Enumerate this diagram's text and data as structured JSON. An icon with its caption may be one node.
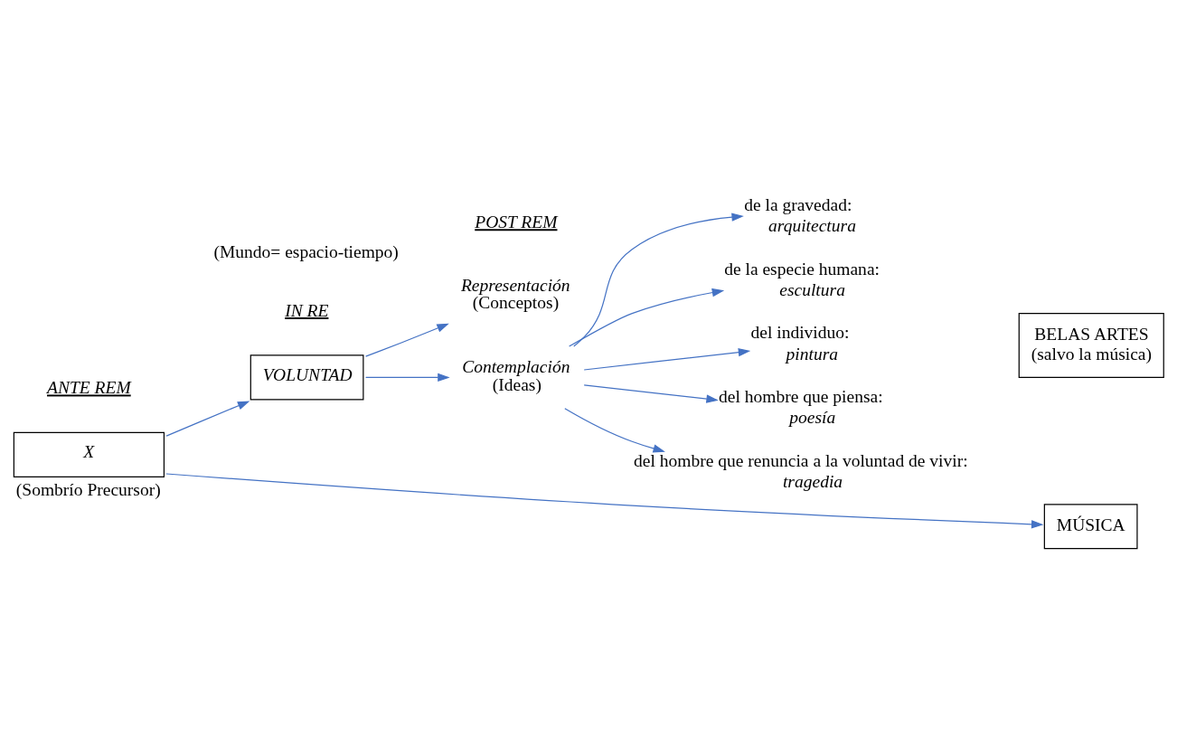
{
  "diagram": {
    "nodes": [
      {
        "text": [
          "X"
        ],
        "beside": [
          "(Sombrío Precursor)"
        ]
      },
      {
        "text": [
          "VOLUNTAD"
        ]
      },
      {
        "text": [
          "Representación",
          "(Conceptos)"
        ]
      },
      {
        "text": [
          "Contemplación",
          "(Ideas)"
        ]
      },
      {
        "text": [
          "de la gravedad:",
          "arquitectura"
        ]
      },
      {
        "text": [
          "de la especie humana:",
          "escultura"
        ]
      },
      {
        "text": [
          "del individuo:",
          "pintura"
        ]
      },
      {
        "text": [
          "del hombre que piensa:",
          "poesía"
        ]
      },
      {
        "text": [
          "del hombre que renuncia a la voluntad de vivir:",
          "tragedia"
        ]
      },
      {
        "text": [
          "BELAS ARTES",
          "(salvo la música)"
        ]
      },
      {
        "text": [
          "MÚSICA"
        ]
      }
    ],
    "edges": [
      {
        "from": 0,
        "to": 1,
        "arrow": "to"
      },
      {
        "from": 1,
        "to": 2,
        "arrow": "to"
      },
      {
        "from": 1,
        "to": 3,
        "arrow": "to"
      },
      {
        "from": 3,
        "to": 4,
        "arrow": "to"
      },
      {
        "from": 3,
        "to": 5,
        "arrow": "to"
      },
      {
        "from": 3,
        "to": 6,
        "arrow": "to"
      },
      {
        "from": 3,
        "to": 7,
        "arrow": "to"
      },
      {
        "from": 3,
        "to": 8,
        "arrow": "to"
      },
      {
        "from": 0,
        "to": 10,
        "arrow": "to"
      }
    ],
    "labels": [
      "ANTE REM",
      "IN RE",
      "POST REM",
      "(Mundo= espacio-tiempo)"
    ]
  }
}
